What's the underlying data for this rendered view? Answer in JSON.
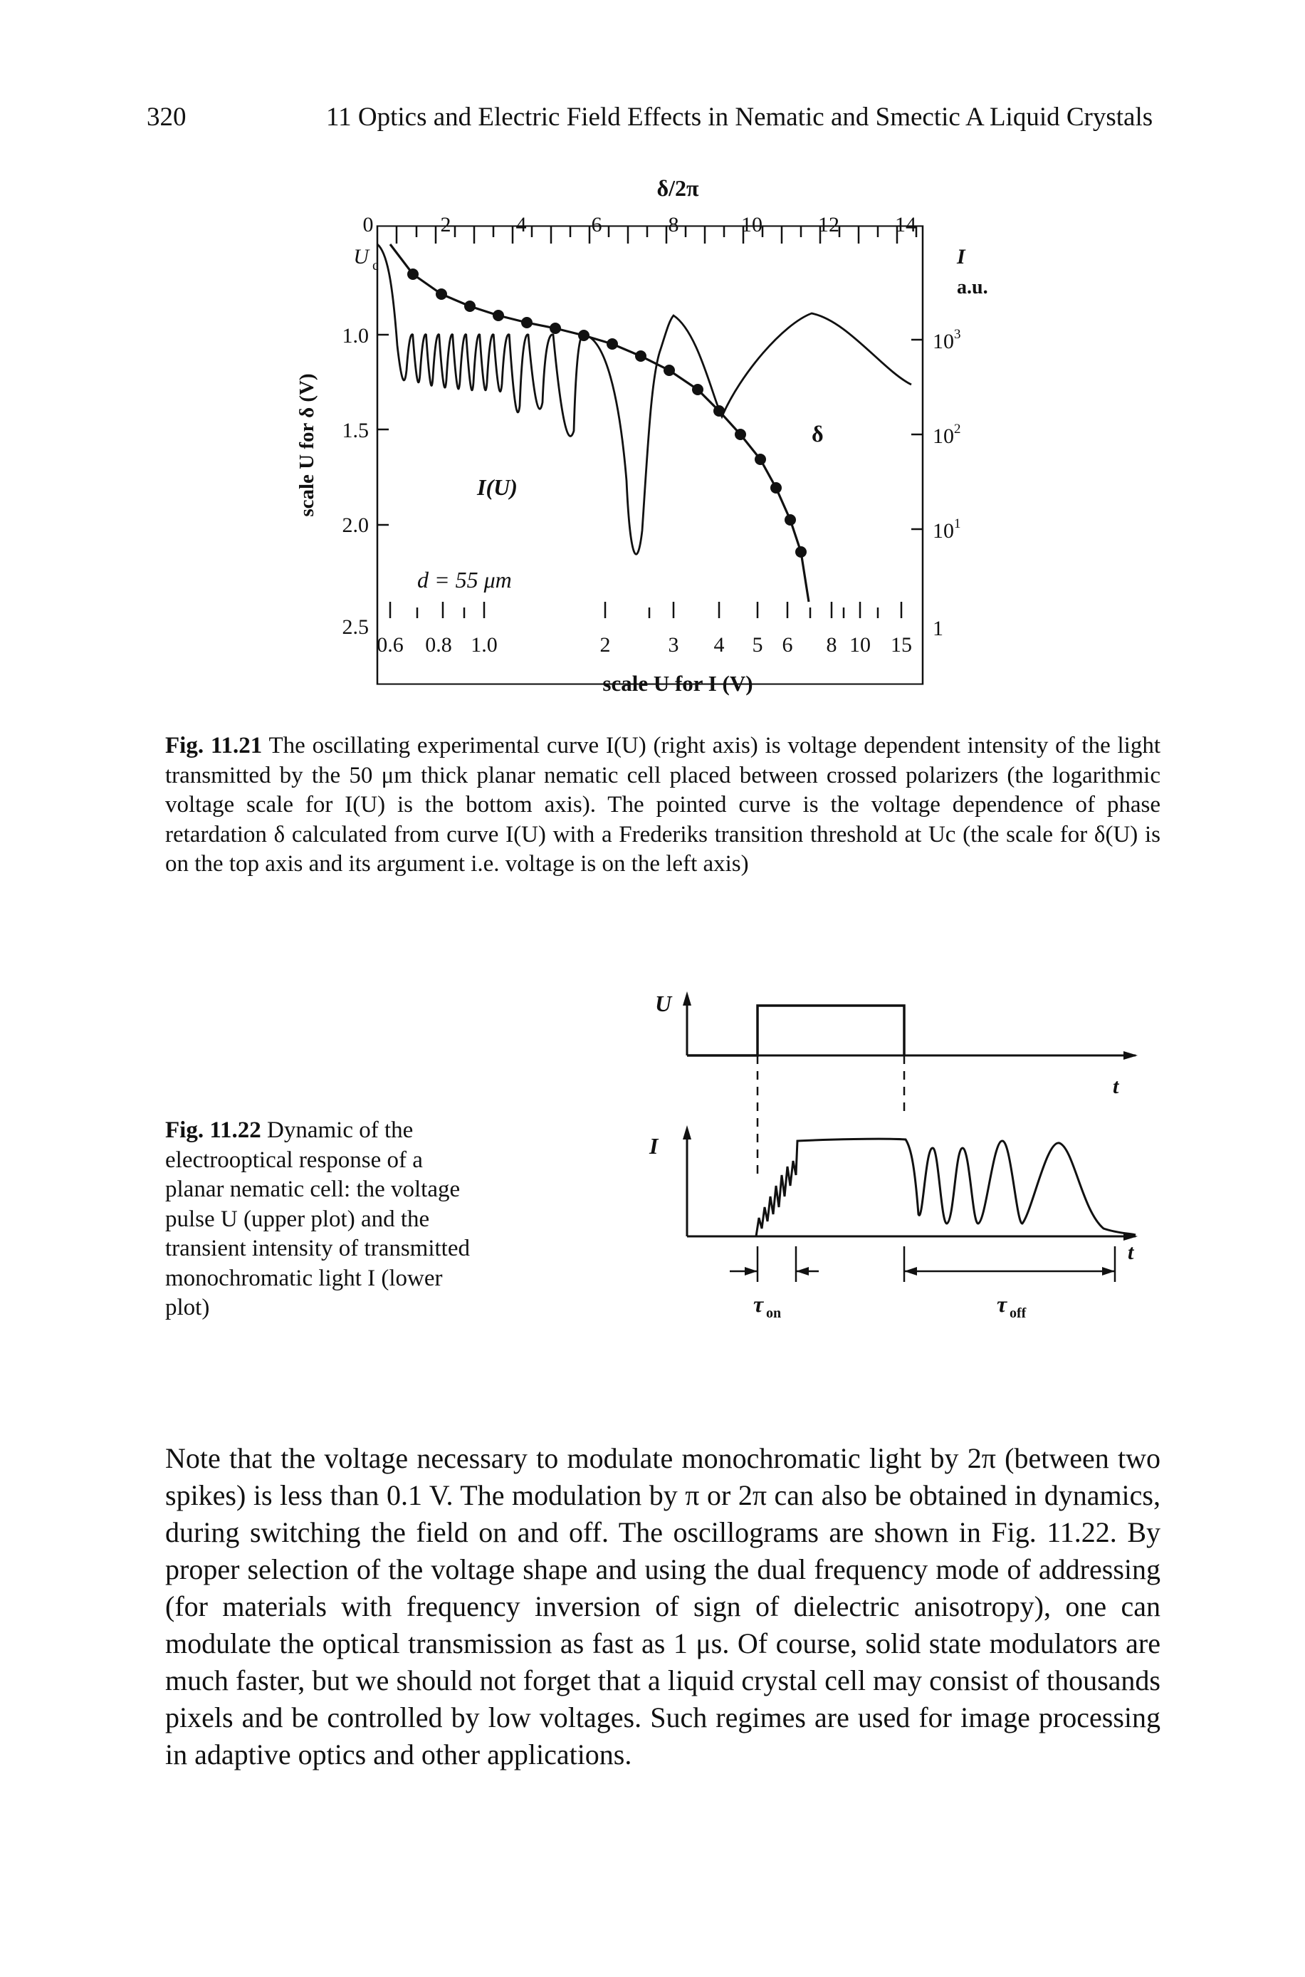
{
  "running_head": {
    "page_number": "320",
    "chapter_title": "11 Optics and Electric Field Effects in Nematic and Smectic A Liquid Crystals"
  },
  "figure_11_21": {
    "top_axis_title": "δ/2π",
    "top_ticks": [
      "0",
      "2",
      "4",
      "6",
      "8",
      "10",
      "12",
      "14"
    ],
    "left_axis_title": "scale U for δ (V)",
    "left_ticks": [
      "U",
      "c",
      "1.0",
      "1.5",
      "2.0",
      "2.5"
    ],
    "right_axis_title": "I",
    "right_axis_unit": "a.u.",
    "right_ticks": [
      "10",
      "3",
      "10",
      "2",
      "10",
      "1",
      "1"
    ],
    "bottom_axis_title": "scale U for I (V)",
    "bottom_ticks": [
      "0.6",
      "0.8",
      "1.0",
      "2",
      "3",
      "4",
      "5",
      "6",
      "8",
      "10",
      "15"
    ],
    "curve_label_intensity": "I(U)",
    "curve_label_delta": "δ",
    "thickness_label": "d = 55 μm",
    "colors": {
      "line": "#111111",
      "background": "#ffffff"
    }
  },
  "caption_11_21": {
    "label": "Fig. 11.21",
    "text": "The oscillating experimental curve I(U) (right axis) is voltage dependent intensity of the light transmitted by the 50 μm thick planar nematic cell placed between crossed polarizers (the logarithmic voltage scale for I(U) is the bottom axis). The pointed curve is the voltage dependence of phase retardation δ calculated from curve I(U) with a Frederiks transition threshold at Uc (the scale for δ(U) is on the top axis and its argument i.e. voltage is on the left axis)"
  },
  "figure_11_22": {
    "upper_axis_label": "U",
    "lower_axis_label": "I",
    "time_label_upper": "t",
    "time_label_lower": "t",
    "tau_on": "τ",
    "tau_on_sub": "on",
    "tau_off": "τ",
    "tau_off_sub": "off"
  },
  "caption_11_22": {
    "label": "Fig. 11.22",
    "text": "Dynamic of the electrooptical response of a planar nematic cell: the voltage pulse U (upper plot) and the transient intensity of transmitted monochromatic light I (lower plot)"
  },
  "body_paragraph": "Note that the voltage necessary to modulate monochromatic light by 2π (between two spikes) is less than 0.1 V. The modulation by π or 2π can also be obtained in dynamics, during switching the field on and off. The oscillograms are shown in Fig. 11.22. By proper selection of the voltage shape and using the dual frequency mode of addressing (for materials with frequency inversion of sign of dielectric anisotropy), one can modulate the optical transmission as fast as 1 μs. Of course, solid state modulators are much faster, but we should not forget that a liquid crystal cell may consist of thousands pixels and be controlled by low voltages. Such regimes are used for image processing in adaptive optics and other applications."
}
